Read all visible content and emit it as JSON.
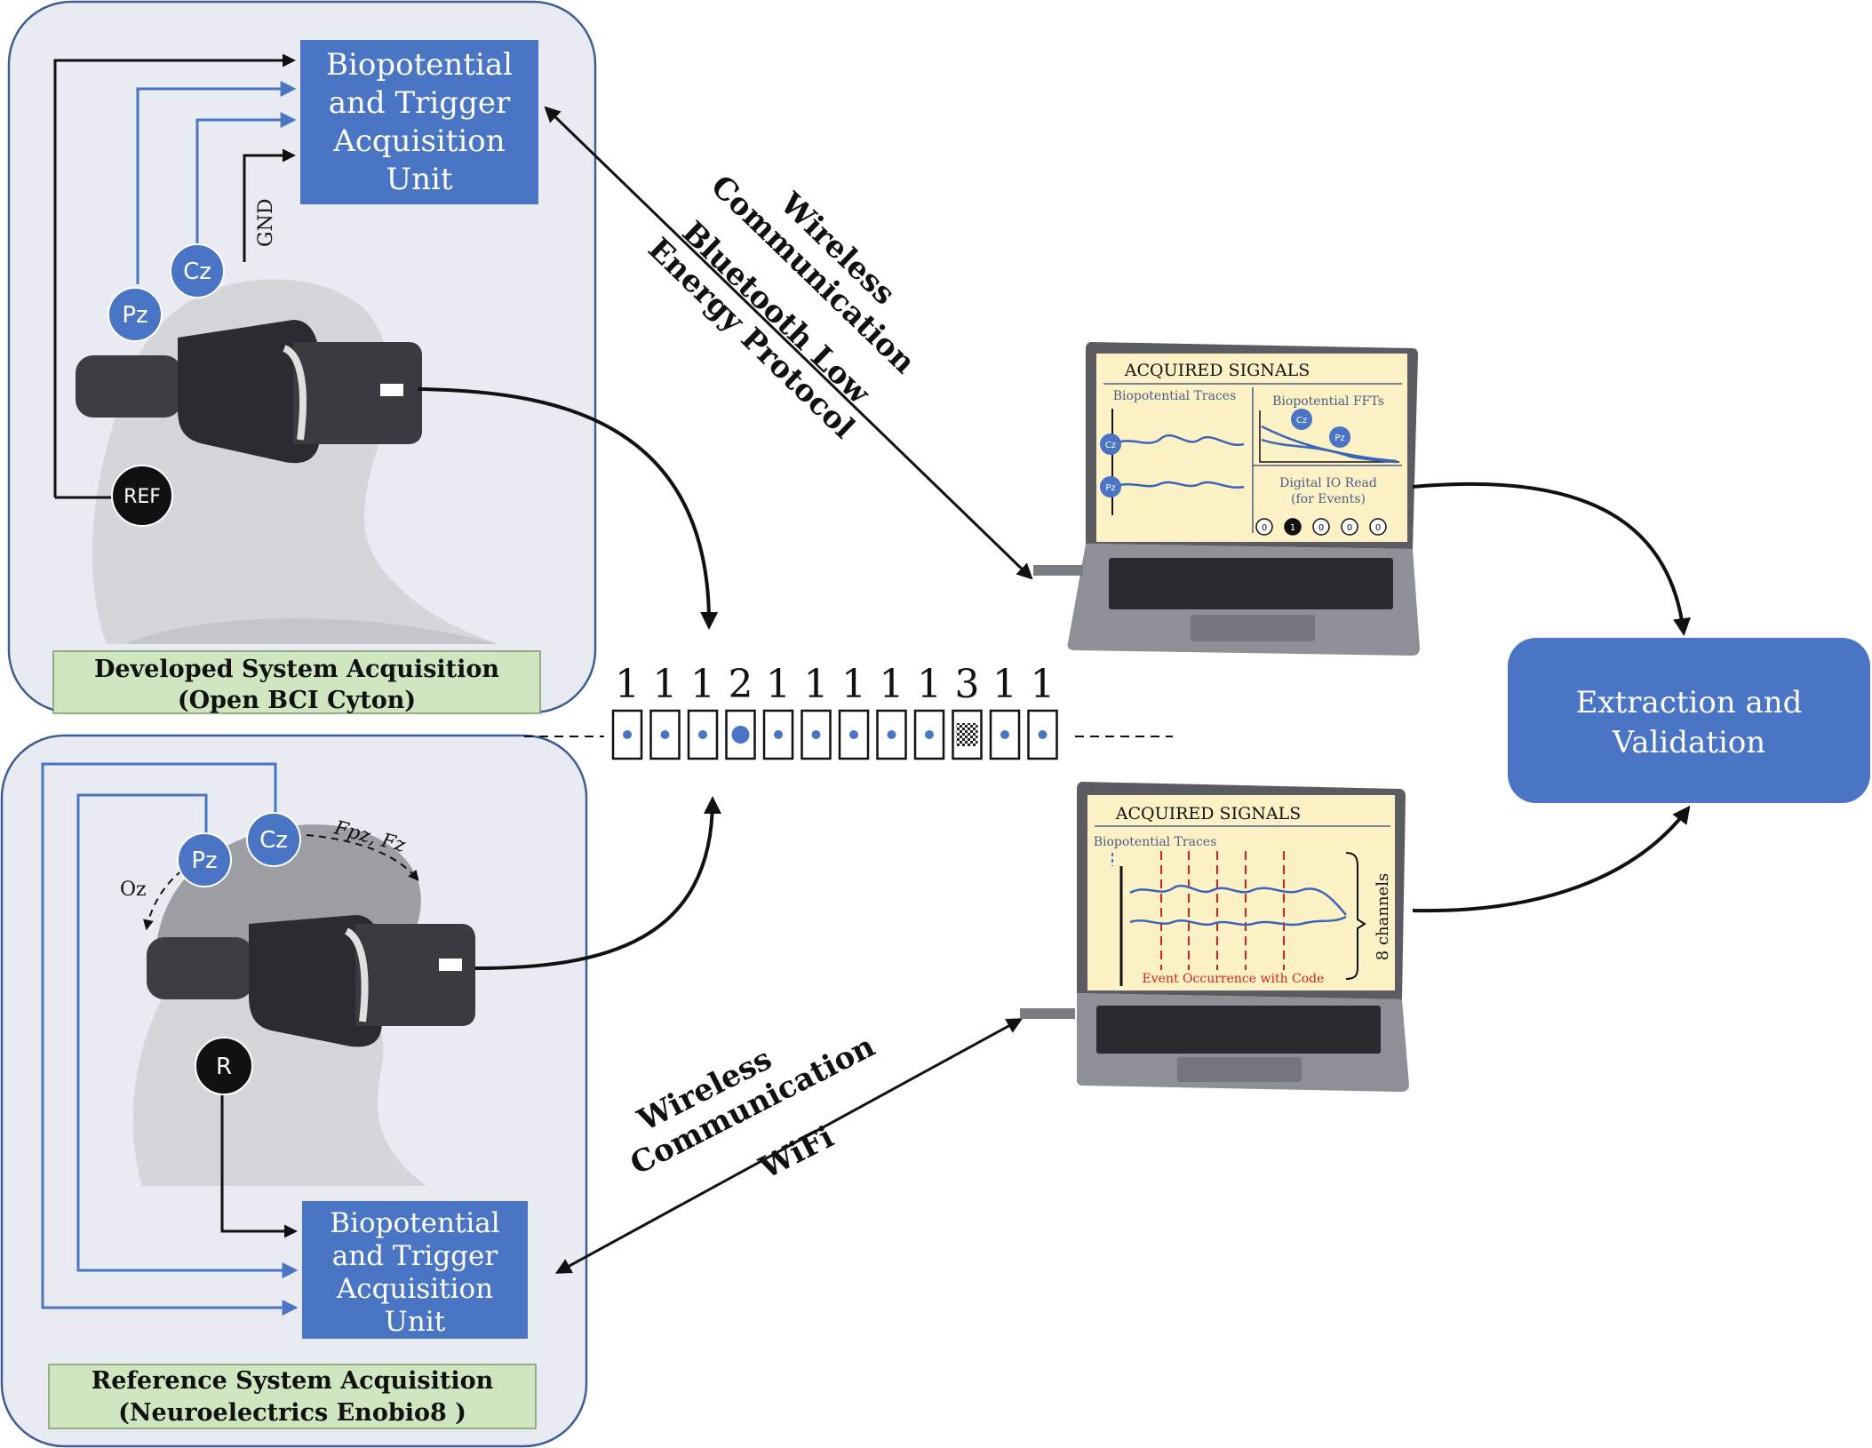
{
  "top_panel": {
    "acq_unit_lines": [
      "Biopotential",
      "and Trigger",
      "Acquisition",
      "Unit"
    ],
    "electrodes": {
      "cz": "Cz",
      "pz": "Pz",
      "ref": "REF"
    },
    "gnd_label": "GND",
    "caption_line1": "Developed System Acquisition",
    "caption_line2": "(Open BCI Cyton)"
  },
  "bottom_panel": {
    "acq_unit_lines": [
      "Biopotential",
      "and Trigger",
      "Acquisition",
      "Unit"
    ],
    "electrodes": {
      "cz": "Cz",
      "pz": "Pz",
      "r": "R"
    },
    "fpz_fz_label": "Fpz, Fz",
    "oz_label": "Oz",
    "caption_line1": "Reference System Acquisition",
    "caption_line2": "(Neuroelectrics Enobio8 )"
  },
  "top_link": {
    "line1": "Wireless",
    "line2": "Communication",
    "line3": "Bluetooth Low",
    "line4": "Energy Protocol"
  },
  "bottom_link": {
    "line1": "Wireless",
    "line2": "Communication",
    "line3": "WiFi"
  },
  "sequence": {
    "codes": [
      "1",
      "1",
      "1",
      "2",
      "1",
      "1",
      "1",
      "1",
      "1",
      "3",
      "1",
      "1"
    ],
    "cell_kinds": [
      "dot",
      "dot",
      "dot",
      "big-dot",
      "dot",
      "dot",
      "dot",
      "dot",
      "dot",
      "checker",
      "dot",
      "dot"
    ]
  },
  "laptop_top": {
    "title": "ACQUIRED SIGNALS",
    "traces_label": "Biopotential Traces",
    "ffts_label": "Biopotential FFTs",
    "io_label_line1": "Digital IO Read",
    "io_label_line2": "(for Events)",
    "trace_cz": "Cz",
    "trace_pz": "Pz",
    "fft_cz": "Cz",
    "fft_pz": "Pz",
    "io_values": [
      "0",
      "1",
      "0",
      "0",
      "0"
    ]
  },
  "laptop_bottom": {
    "title": "ACQUIRED SIGNALS",
    "traces_label": "Biopotential Traces",
    "channels_label": "8 channels",
    "event_label": "Event Occurrence with Code"
  },
  "extraction": {
    "line1": "Extraction and",
    "line2": "Validation"
  },
  "colors": {
    "accent_blue": "#4a74c4",
    "caption_green": "#cfe6c0",
    "panel_bg": "#e8ecf2",
    "screen_bg": "#fdf1c6",
    "event_red": "#d42020"
  }
}
